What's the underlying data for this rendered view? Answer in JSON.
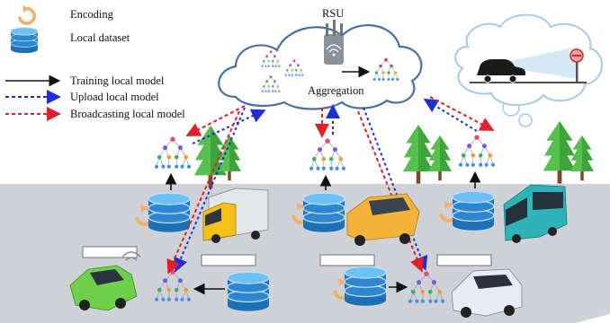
{
  "legend": {
    "encoding": "Encoding",
    "local_dataset": "Local dataset",
    "training": "Training local model",
    "upload": "Upload  local model",
    "broadcasting": "Broadcasting local model"
  },
  "cloud": {
    "rsu_label": "RSU",
    "aggregation_label": "Aggregation"
  },
  "colors": {
    "training_arrow": "#111111",
    "upload_arrow": "#1f2fd6",
    "broadcast_arrow": "#e0202a",
    "road": "#cfd2d6",
    "tree": "#3da53a",
    "cloud_outline": "#4a6fa5",
    "dataset": "#2f8fd8",
    "encoding": "#f4b06a"
  },
  "icons": [
    "encoding-icon",
    "database-icon",
    "neural-network-icon",
    "rsu-antenna-icon",
    "truck-icon",
    "bus-icon",
    "car-icon",
    "tree-icon",
    "no-entry-sign-icon",
    "thought-cloud-icon"
  ]
}
